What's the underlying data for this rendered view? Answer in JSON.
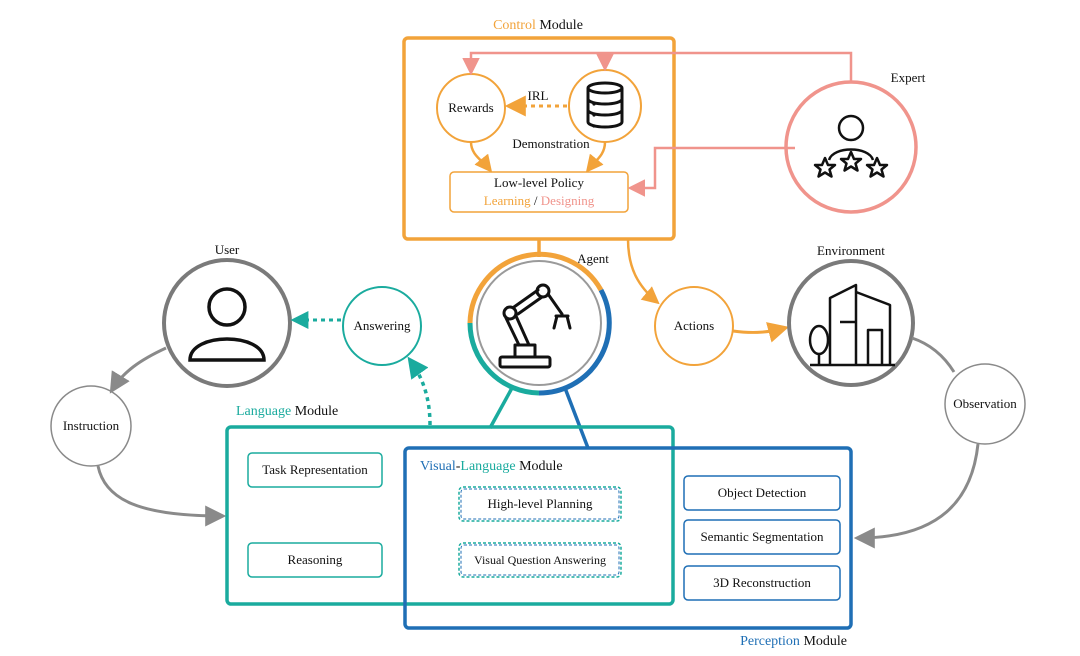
{
  "colors": {
    "orange": "#f2a33a",
    "pink": "#f0948c",
    "teal": "#1aab9e",
    "blue": "#1f6fb5",
    "gray": "#8a8a8a",
    "dark": "#222222"
  },
  "control_module": {
    "title_colored": "Control",
    "title_rest": " Module"
  },
  "rewards": {
    "label": "Rewards"
  },
  "irl": {
    "label": "IRL"
  },
  "demonstration": {
    "label": "Demonstration",
    "icon": "database-icon"
  },
  "low_level_policy": {
    "title": "Low-level Policy",
    "learning": "Learning",
    "slash": " / ",
    "designing": "Designing"
  },
  "expert": {
    "label": "Expert",
    "icon": "expert-rating-icon"
  },
  "agent": {
    "label": "Agent",
    "icon": "robot-arm-icon"
  },
  "user": {
    "label": "User",
    "icon": "person-icon"
  },
  "answering": {
    "label": "Answering"
  },
  "actions": {
    "label": "Actions"
  },
  "environment": {
    "label": "Environment",
    "icon": "building-icon"
  },
  "instruction": {
    "label": "Instruction"
  },
  "observation": {
    "label": "Observation"
  },
  "language_module": {
    "title_colored": "Language",
    "title_rest": " Module",
    "items": [
      "Task Representation",
      "Reasoning"
    ]
  },
  "visual_language_module": {
    "title_colored_1": "Visual",
    "title_dash": "-",
    "title_colored_2": "Language",
    "title_rest": " Module",
    "items": [
      "High-level Planning",
      "Visual Question Answering"
    ]
  },
  "perception_module": {
    "title_colored": "Perception",
    "title_rest": " Module",
    "items": [
      "Object Detection",
      "Semantic Segmentation",
      "3D Reconstruction"
    ]
  }
}
